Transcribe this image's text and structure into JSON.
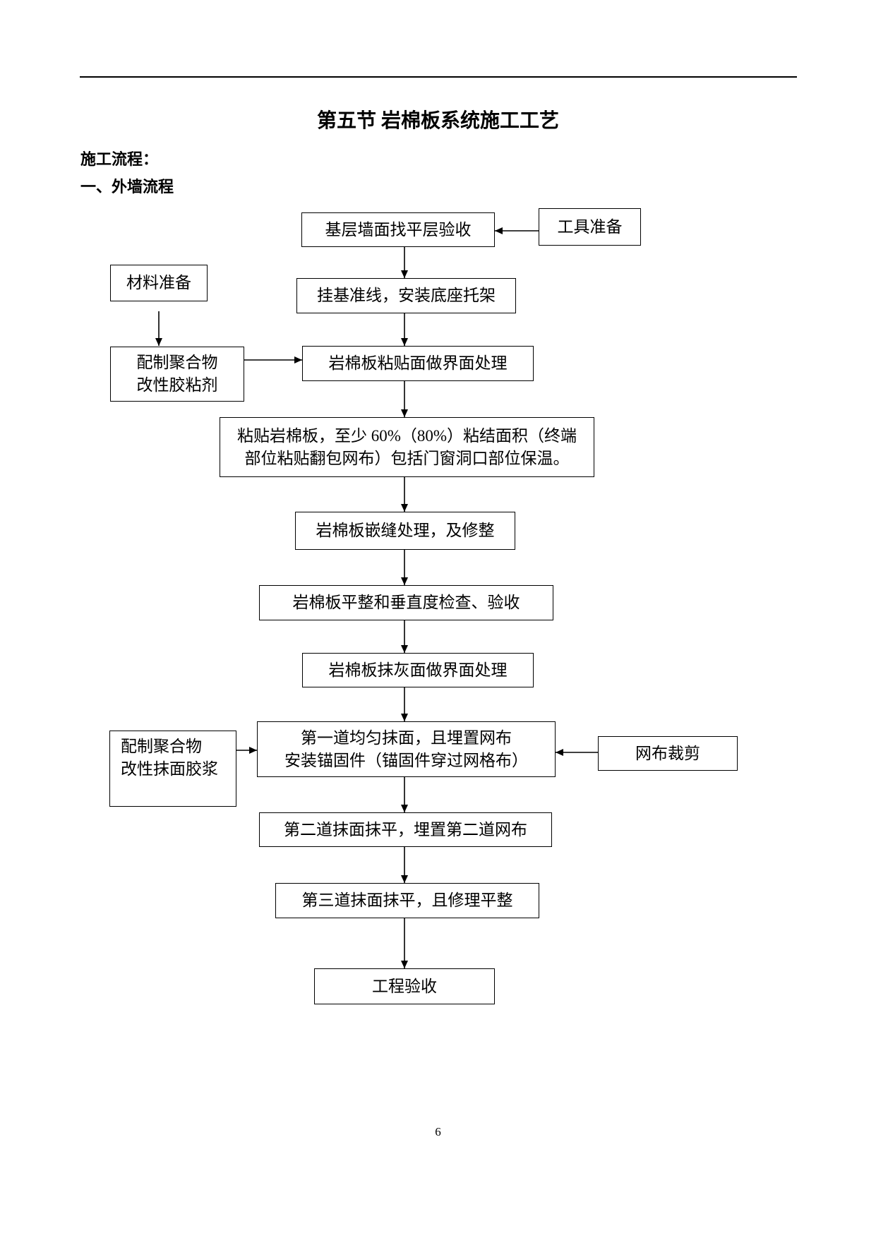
{
  "header": {
    "title": "第五节 岩棉板系统施工工艺"
  },
  "section": {
    "label": "施工流程：",
    "subheading": "一、外墙流程"
  },
  "flow": {
    "base_inspection": "基层墙面找平层验收",
    "tool_prep": "工具准备",
    "material_prep": "材料准备",
    "baseline": "挂基准线，安装底座托架",
    "adhesive": [
      "配制聚合物",
      "改性胶粘剂"
    ],
    "interface_bond": "岩棉板粘贴面做界面处理",
    "paste_board": [
      "粘贴岩棉板，至少 60%（80%）粘结面积（终端",
      "部位粘贴翻包网布）包括门窗洞口部位保温。"
    ],
    "joint": "岩棉板嵌缝处理，及修整",
    "check": "岩棉板平整和垂直度检查、验收",
    "interface_plaster": "岩棉板抹灰面做界面处理",
    "first_coat": [
      "第一道均匀抹面，且埋置网布",
      "安装锚固件（锚固件穿过网格布）"
    ],
    "mortar": [
      "配制聚合物",
      "改性抹面胶浆"
    ],
    "mesh_cut": "网布裁剪",
    "second_coat": "第二道抹面抹平，埋置第二道网布",
    "third_coat": "第三道抹面抹平，且修理平整",
    "acceptance": "工程验收"
  },
  "footer": {
    "page_number": "6"
  }
}
